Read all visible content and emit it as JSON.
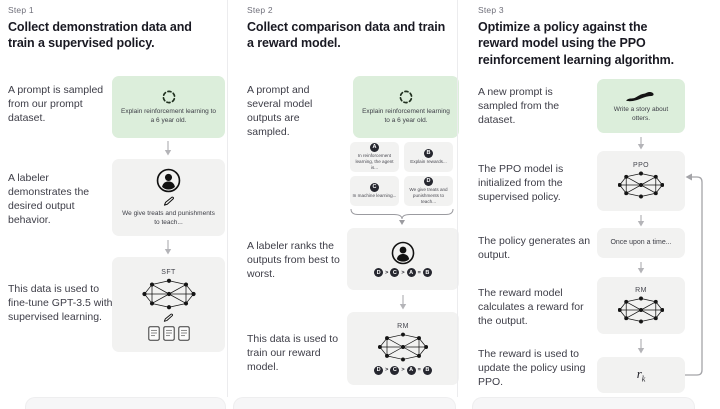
{
  "colors": {
    "prompt_box": "#dceedb",
    "model_box": "#f2f2f1",
    "divider": "#ececee",
    "arrow": "#b4b4b8",
    "badge": "#26272f"
  },
  "diagram": {
    "step1": {
      "label": "Step 1",
      "heading": "Collect demonstration data and train a supervised policy.",
      "caption_prompt": "A prompt is sampled from our prompt dataset.",
      "caption_labeler": "A labeler demonstrates the desired output behavior.",
      "caption_finetune": "This data is used to fine-tune GPT-3.5 with supervised learning.",
      "prompt_box_text": "Explain reinforcement learning to a 6 year old.",
      "labeler_box_text": "We give treats and punishments to teach...",
      "model_label": "SFT"
    },
    "step2": {
      "label": "Step 2",
      "heading": "Collect comparison data and train a reward model.",
      "caption_prompt": "A prompt and several model outputs are sampled.",
      "caption_rank": "A labeler ranks the outputs from best to worst.",
      "caption_train": "This data is used to train our reward model.",
      "prompt_box_text": "Explain reinforcement learning to a 6 year old.",
      "outputs": [
        {
          "id": "A",
          "text": "In reinforcement learning, the agent is..."
        },
        {
          "id": "B",
          "text": "Explain rewards..."
        },
        {
          "id": "C",
          "text": "In machine learning..."
        },
        {
          "id": "D",
          "text": "We give treats and punishments to teach..."
        }
      ],
      "ranking": [
        "D",
        ">",
        "C",
        ">",
        "A",
        "=",
        "B"
      ],
      "model_label": "RM"
    },
    "step3": {
      "label": "Step 3",
      "heading": "Optimize a policy against the reward model using the PPO reinforcement learning algorithm.",
      "caption_prompt": "A new prompt is sampled from the dataset.",
      "caption_init": "The PPO model is initialized from the supervised policy.",
      "caption_output": "The policy generates an output.",
      "caption_reward": "The reward model calculates a reward for the output.",
      "caption_update": "The reward is used to update the policy using PPO.",
      "prompt_box_text": "Write a story about otters.",
      "ppo_label": "PPO",
      "output_box_text": "Once upon a time...",
      "rm_label": "RM",
      "reward_r": "r",
      "reward_sub": "k"
    }
  }
}
